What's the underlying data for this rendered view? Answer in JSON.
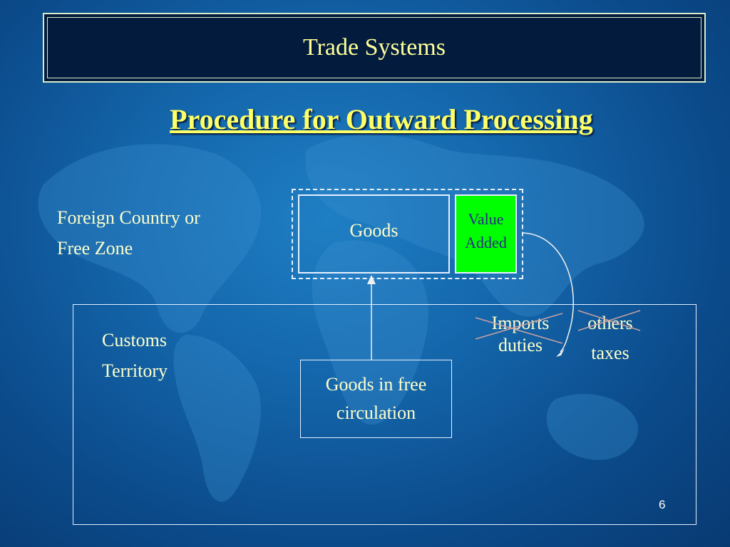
{
  "header": {
    "title": "Trade Systems"
  },
  "slide": {
    "subtitle": "Procedure for Outward  Processing",
    "page_number": "6"
  },
  "zones": {
    "foreign": {
      "line1": "Foreign Country or",
      "line2": "Free Zone"
    },
    "customs": {
      "line1": "Customs",
      "line2": "Territory"
    }
  },
  "nodes": {
    "goods": "Goods",
    "value_added": {
      "line1": "Value",
      "line2": "Added"
    },
    "free_circulation": {
      "line1": "Goods in free",
      "line2": "circulation"
    }
  },
  "charges": {
    "imports": {
      "line1": "Imports",
      "line2": "duties"
    },
    "others": {
      "line1": "others",
      "line2": "taxes"
    }
  },
  "colors": {
    "title_text": "#ffff99",
    "subtitle_text": "#ffff66",
    "label_text": "#ffffcc",
    "value_added_fill": "#00ff00",
    "title_bar_fill": "#031c3d"
  }
}
